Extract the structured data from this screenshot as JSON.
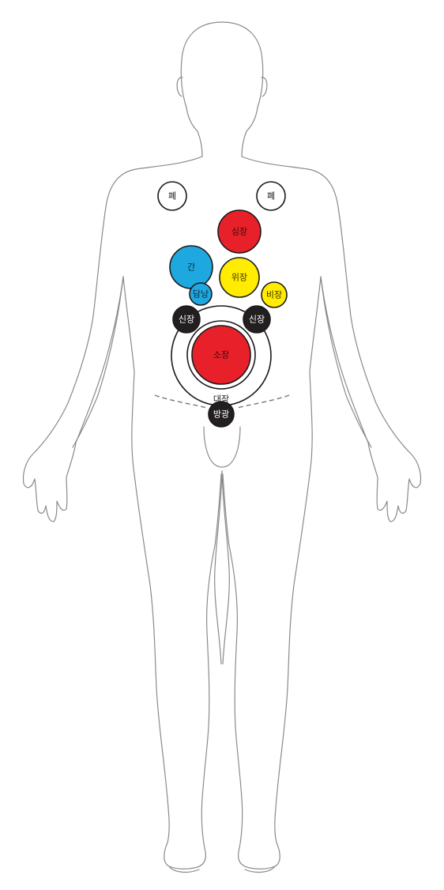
{
  "organs": {
    "lung_left": {
      "label": "폐",
      "fill": "#ffffff",
      "stroke": "#1a1a1a",
      "text": "#1a1a1a"
    },
    "lung_right": {
      "label": "폐",
      "fill": "#ffffff",
      "stroke": "#1a1a1a",
      "text": "#1a1a1a"
    },
    "heart": {
      "label": "심장",
      "fill": "#e8202a",
      "stroke": "#1a1a1a",
      "text": "#3a0a0a"
    },
    "liver": {
      "label": "간",
      "fill": "#1fa8e0",
      "stroke": "#1a1a1a",
      "text": "#0a2a3a"
    },
    "stomach": {
      "label": "위장",
      "fill": "#ffec00",
      "stroke": "#1a1a1a",
      "text": "#3a3000"
    },
    "gallbladder": {
      "label": "담낭",
      "fill": "#1fa8e0",
      "stroke": "#1a1a1a",
      "text": "#0a2a3a"
    },
    "spleen": {
      "label": "비장",
      "fill": "#ffec00",
      "stroke": "#1a1a1a",
      "text": "#3a3000"
    },
    "kidney_left": {
      "label": "신장",
      "fill": "#231f20",
      "stroke": "#1a1a1a",
      "text": "#ffffff"
    },
    "kidney_right": {
      "label": "신장",
      "fill": "#231f20",
      "stroke": "#1a1a1a",
      "text": "#ffffff"
    },
    "small_intestine": {
      "label": "소장",
      "fill": "#e8202a",
      "stroke": "#1a1a1a",
      "text": "#3a0a0a"
    },
    "large_intestine": {
      "label": "대장",
      "fill": "#ffffff",
      "stroke": "#1a1a1a",
      "text": "#1a1a1a"
    },
    "bladder": {
      "label": "방광",
      "fill": "#231f20",
      "stroke": "#1a1a1a",
      "text": "#ffffff"
    }
  }
}
